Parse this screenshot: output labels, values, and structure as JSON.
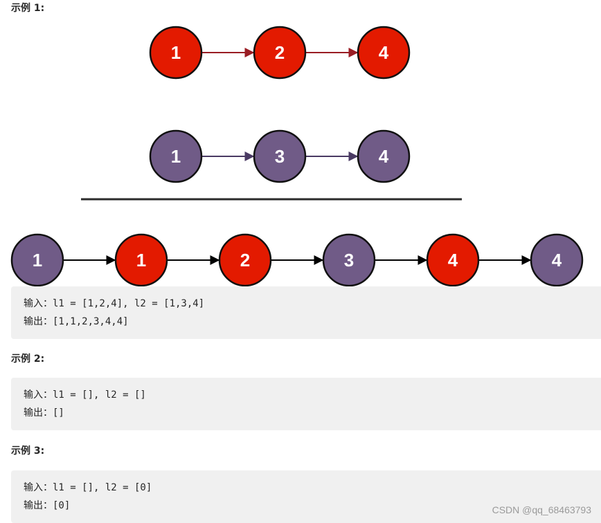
{
  "examples": [
    {
      "heading": "示例 1:",
      "input_line": "输入：l1 = [1,2,4], l2 = [1,3,4]",
      "output_line": "输出：[1,1,2,3,4,4]"
    },
    {
      "heading": "示例 2:",
      "input_line": "输入：l1 = [], l2 = []",
      "output_line": "输出：[]"
    },
    {
      "heading": "示例 3:",
      "input_line": "输入：l1 = [], l2 = [0]",
      "output_line": "输出：[0]"
    }
  ],
  "diagram": {
    "list1": {
      "values": [
        "1",
        "2",
        "4"
      ],
      "color": "#e31a00",
      "arrow_color": "#9a1d24"
    },
    "list2": {
      "values": [
        "1",
        "3",
        "4"
      ],
      "color": "#705b87",
      "arrow_color": "#4a3a63"
    },
    "merged": {
      "values": [
        "1",
        "1",
        "2",
        "3",
        "4",
        "4"
      ],
      "sources": [
        "list2",
        "list1",
        "list1",
        "list2",
        "list1",
        "list2"
      ],
      "arrow_color": "#000000"
    }
  },
  "watermark": "CSDN @qq_68463793"
}
